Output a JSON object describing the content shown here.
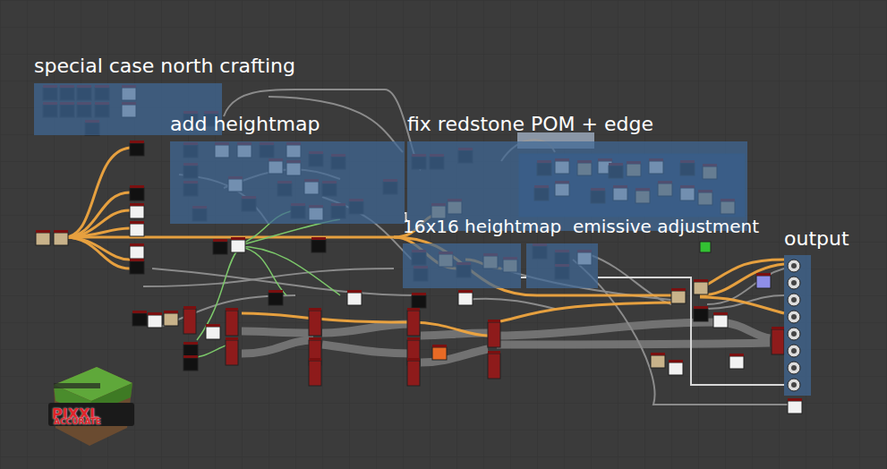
{
  "diagram": {
    "nodes": [
      {
        "text": [
          "special case north crafting"
        ]
      },
      {
        "text": [
          "add heightmap"
        ]
      },
      {
        "text": [
          "fix redstone POM + edge"
        ]
      },
      {
        "text": [
          "16x16 heightmap"
        ]
      },
      {
        "text": [
          "emissive adjustment"
        ]
      },
      {
        "text": [
          "output"
        ]
      }
    ],
    "edges": [
      {
        "from": 1,
        "to": 2,
        "arrow": "none"
      },
      {
        "from": 3,
        "to": 4,
        "arrow": "none"
      },
      {
        "from": 4,
        "to": 5,
        "arrow": "none"
      }
    ],
    "labels": [
      "PIXXL",
      "ACCURATE"
    ]
  }
}
